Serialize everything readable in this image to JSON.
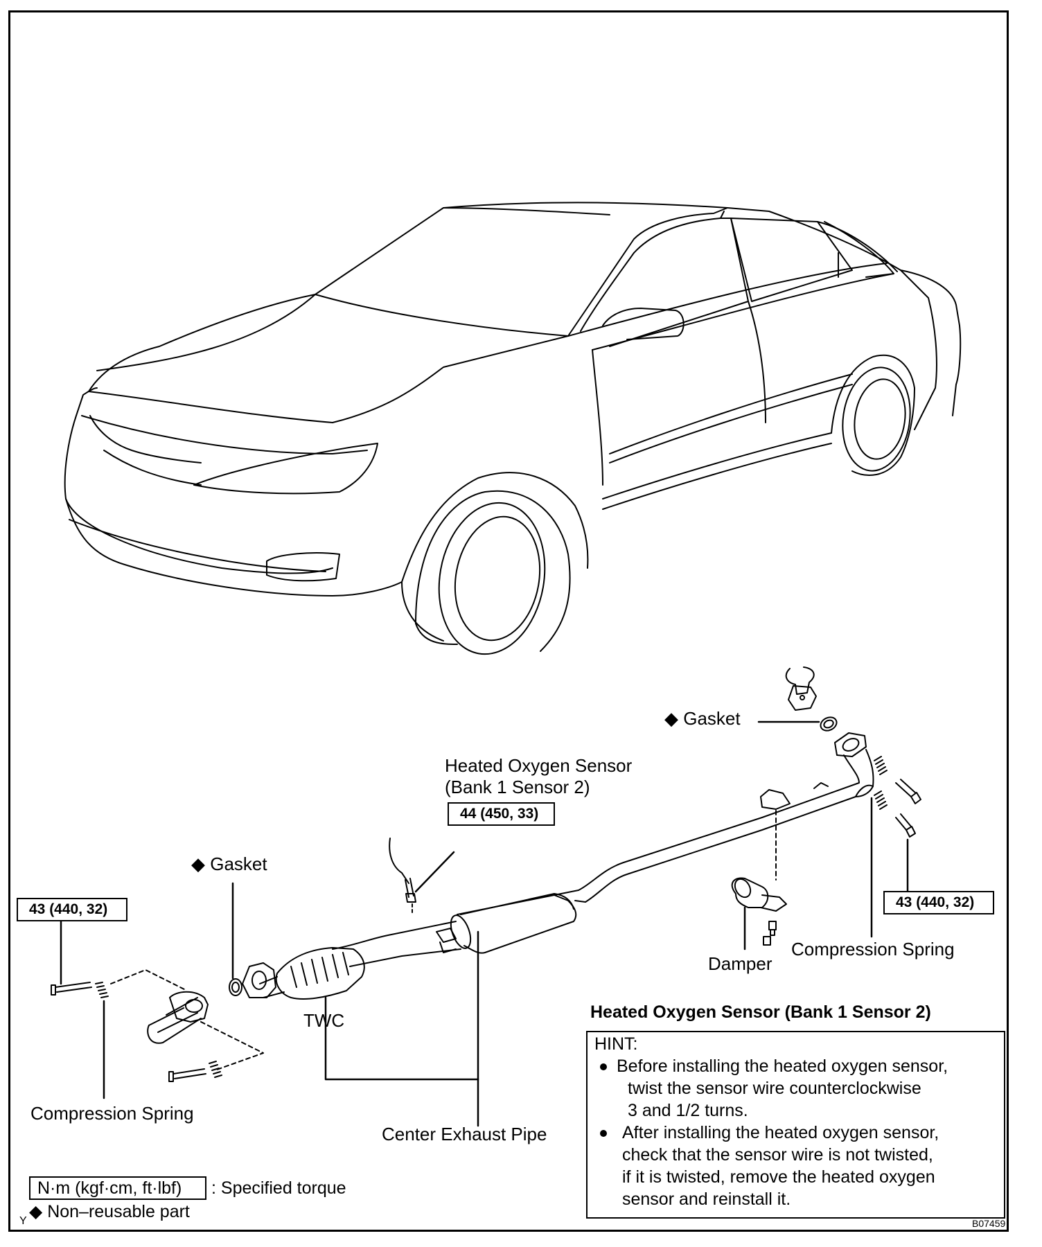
{
  "labels": {
    "gasket_top": "Gasket",
    "gasket_left": "Gasket",
    "oxygen_sensor_line1": "Heated Oxygen Sensor",
    "oxygen_sensor_line2": "(Bank 1 Sensor 2)",
    "torque_sensor": "44 (450, 33)",
    "torque_left": "43 (440, 32)",
    "torque_right": "43 (440, 32)",
    "damper": "Damper",
    "compression_spring_right": "Compression Spring",
    "compression_spring_left": "Compression Spring",
    "twc": "TWC",
    "center_exhaust_pipe": "Center Exhaust Pipe"
  },
  "hint": {
    "title": "Heated Oxygen Sensor (Bank 1 Sensor 2)",
    "heading": "HINT:",
    "item1_line1": "Before installing the heated oxygen sensor,",
    "item1_line2": "twist the sensor wire counterclockwise",
    "item1_line3": "3 and 1/2 turns.",
    "item2_line1": "After installing the heated oxygen sensor,",
    "item2_line2": "check that the sensor wire is not twisted,",
    "item2_line3": "if it is twisted, remove the heated oxygen",
    "item2_line4": "sensor and reinstall it."
  },
  "legend": {
    "torque_unit": "N·m (kgf·cm, ft·lbf)",
    "torque_desc": ": Specified torque",
    "nonreusable_symbol": "◆",
    "nonreusable_desc": "Non–reusable part",
    "corner_mark": "Y"
  },
  "figure_code": "B07459",
  "symbols": {
    "diamond": "◆"
  }
}
